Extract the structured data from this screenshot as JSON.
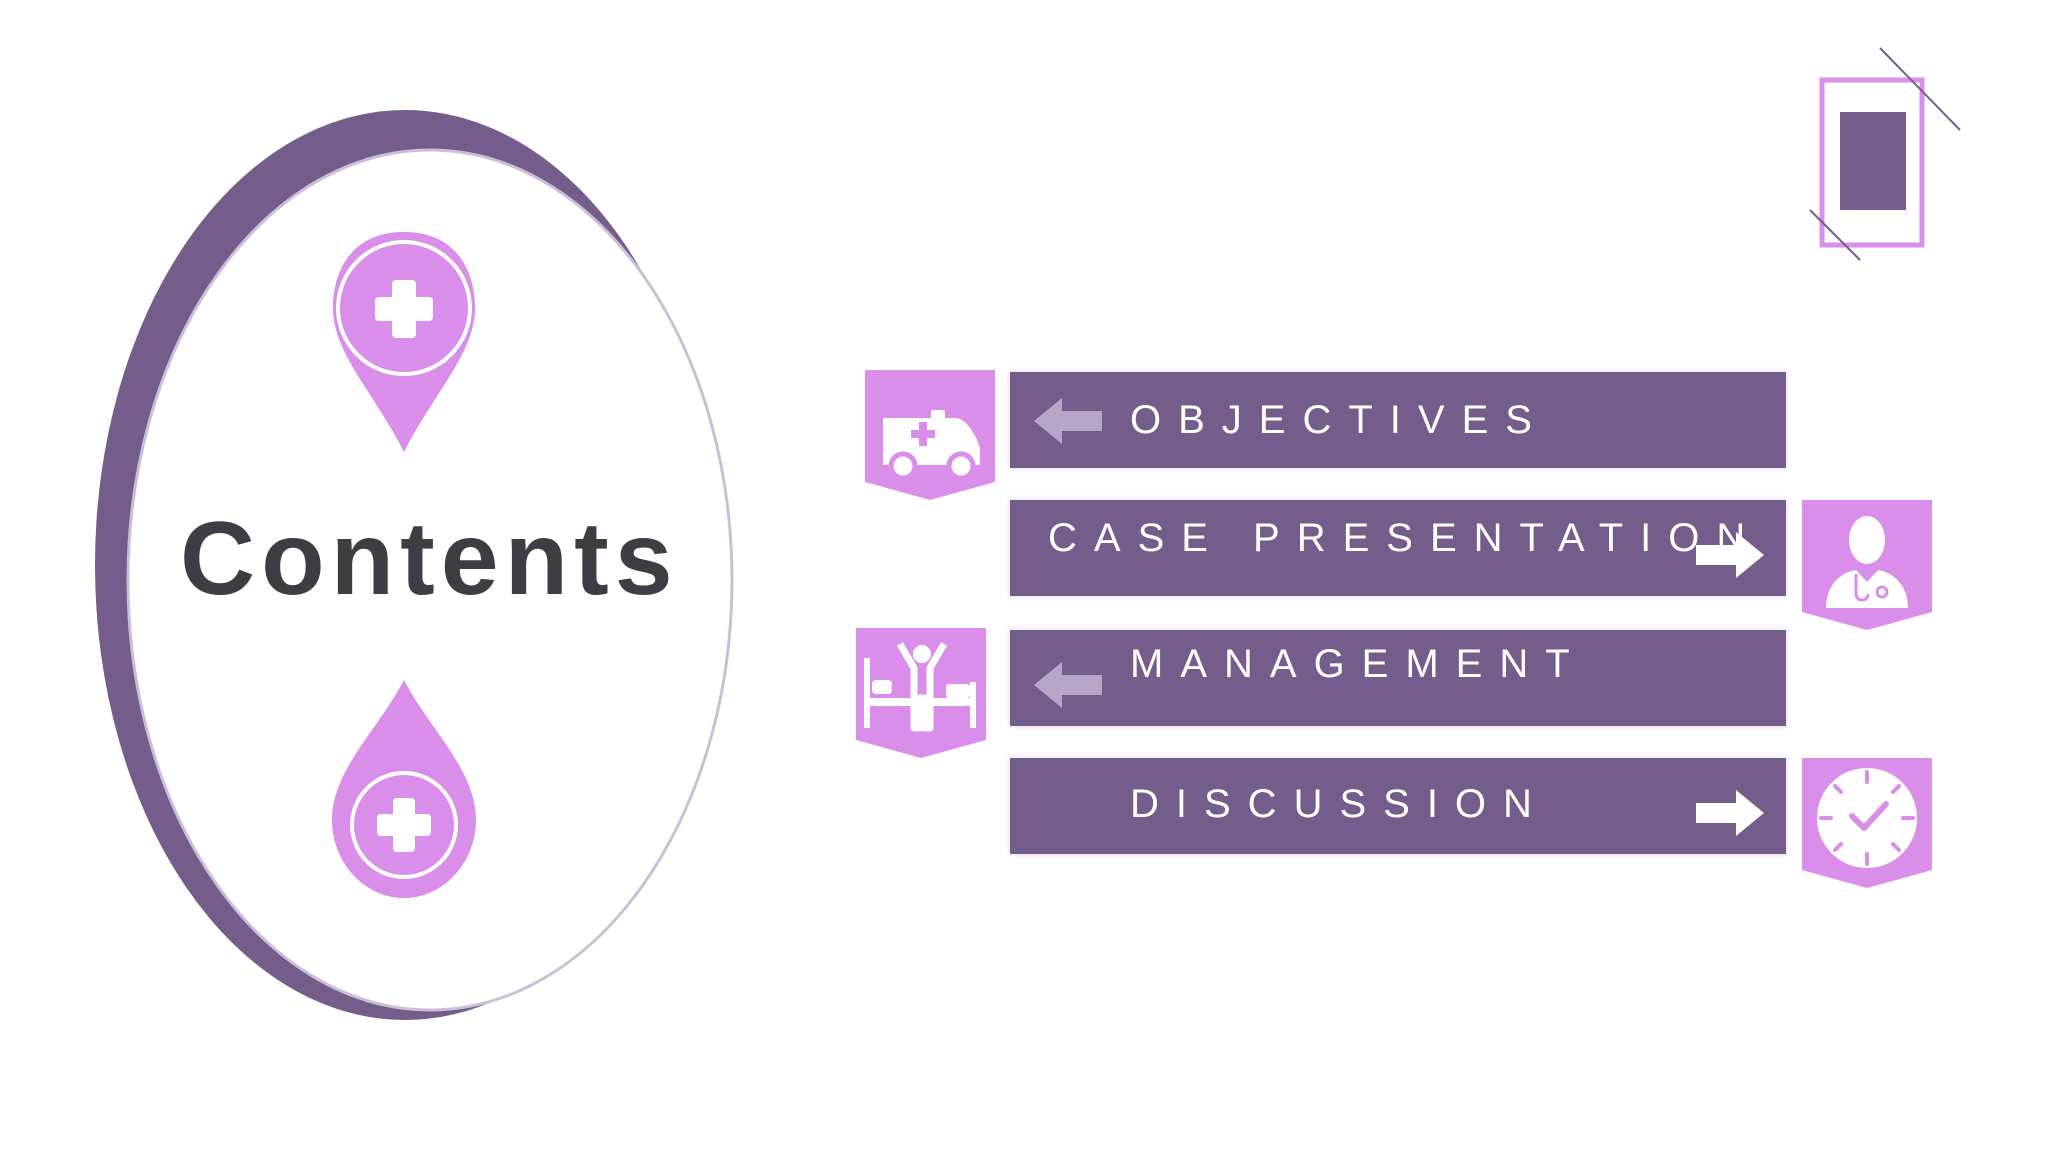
{
  "title": "Contents",
  "colors": {
    "primary": "#745c8b",
    "accent": "#d98ee9",
    "text": "#3f3d44",
    "background": "#ffffff"
  },
  "menu": {
    "items": [
      {
        "label": "OBJECTIVES",
        "icon": "ambulance-icon",
        "arrow": "arrow-left-icon"
      },
      {
        "label": "CASE PRESENTATION",
        "icon": "doctor-icon",
        "arrow": "arrow-right-icon"
      },
      {
        "label": "MANAGEMENT",
        "icon": "patient-recovery-icon",
        "arrow": "arrow-left-icon"
      },
      {
        "label": "DISCUSSION",
        "icon": "clock-icon",
        "arrow": "arrow-right-icon"
      }
    ]
  },
  "decorations": [
    "map-pin-medical-icon",
    "drop-medical-icon",
    "frame-decoration"
  ]
}
